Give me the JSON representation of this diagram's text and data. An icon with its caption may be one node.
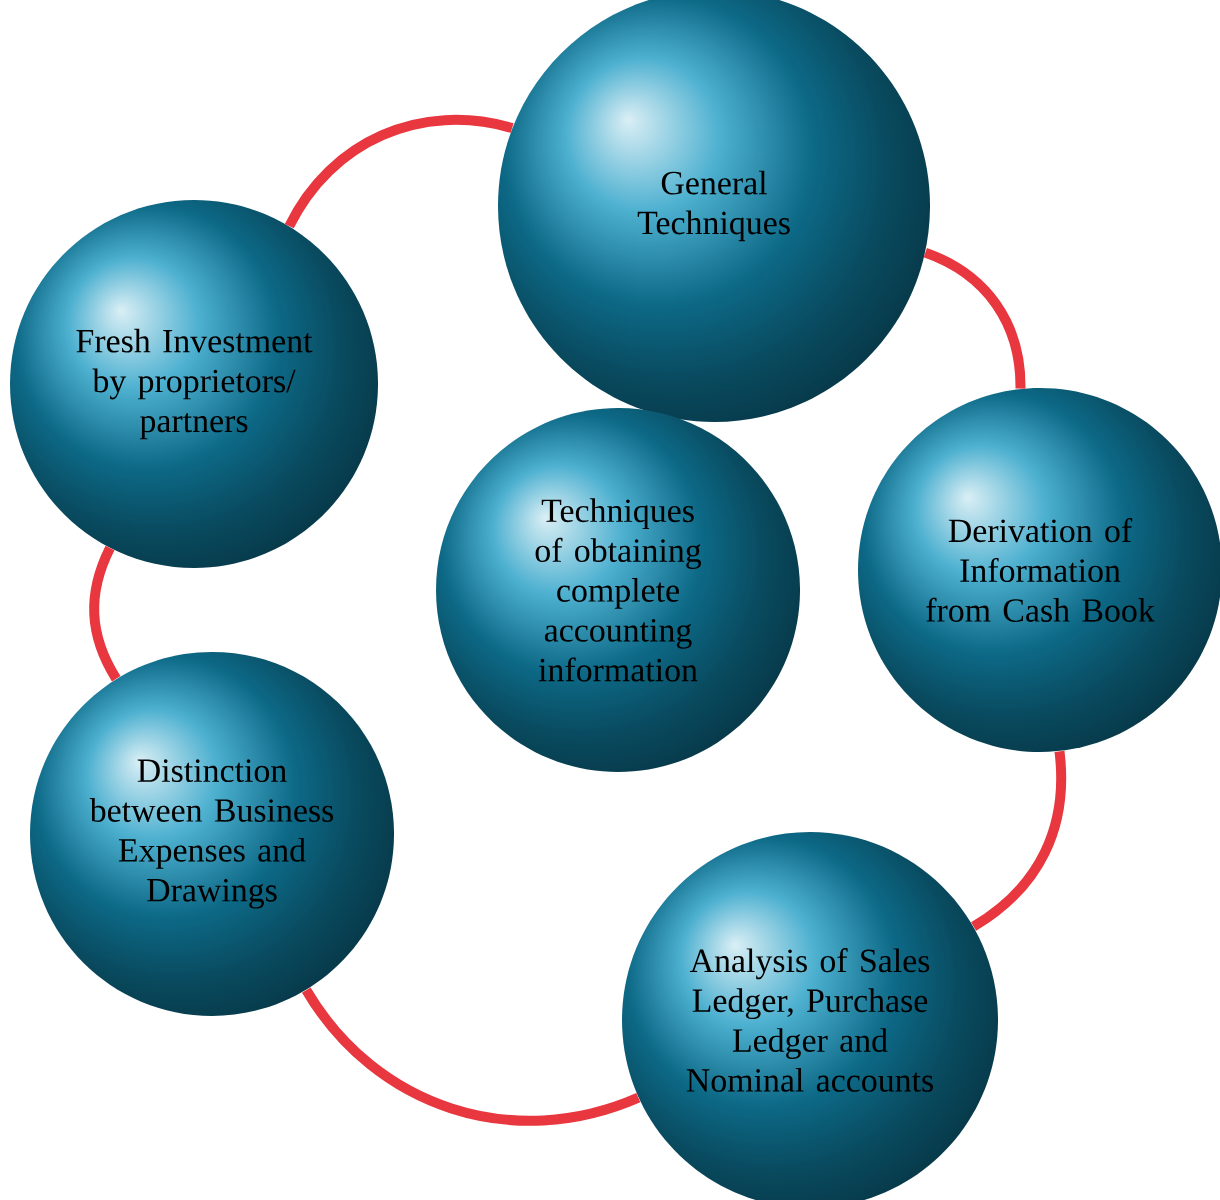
{
  "diagram": {
    "nodes": [
      {
        "text": [
          "General Techniques"
        ]
      },
      {
        "text": [
          "Fresh Investment by proprietors/ partners"
        ]
      },
      {
        "text": [
          "Derivation of Information from Cash Book"
        ]
      },
      {
        "text": [
          "Techniques of obtaining complete accounting information"
        ]
      },
      {
        "text": [
          "Distinction between Business Expenses and Drawings"
        ]
      },
      {
        "text": [
          "Analysis of Sales Ledger, Purchase Ledger and Nominal accounts"
        ]
      }
    ],
    "edges": [
      {
        "from": 0,
        "to": 2,
        "arrow": "none"
      },
      {
        "from": 2,
        "to": 5,
        "arrow": "none"
      },
      {
        "from": 5,
        "to": 4,
        "arrow": "none"
      },
      {
        "from": 4,
        "to": 1,
        "arrow": "none"
      },
      {
        "from": 1,
        "to": 0,
        "arrow": "none"
      }
    ]
  }
}
